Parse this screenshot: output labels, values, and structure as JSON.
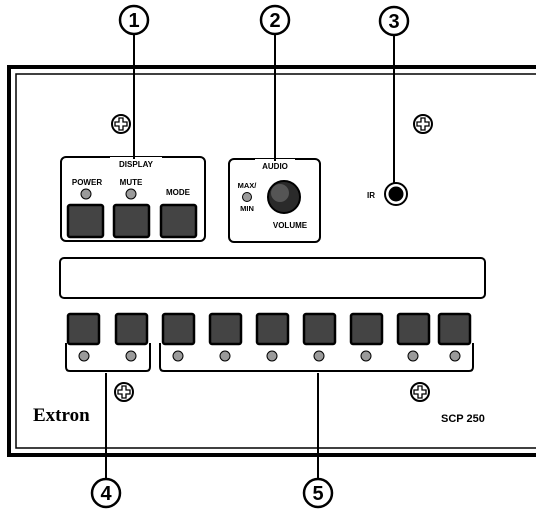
{
  "callouts": {
    "c1": "1",
    "c2": "2",
    "c3": "3",
    "c4": "4",
    "c5": "5"
  },
  "display_group": {
    "title": "DISPLAY",
    "power_label": "POWER",
    "mute_label": "MUTE",
    "mode_label": "MODE"
  },
  "audio_group": {
    "title": "AUDIO",
    "maxmin_line1": "MAX/",
    "maxmin_line2": "MIN",
    "volume_label": "VOLUME"
  },
  "ir_label": "IR",
  "brand": "Extron",
  "model": "SCP 250",
  "colors": {
    "button_fill": "#444444",
    "led_fill": "#9a9a9a",
    "line": "#000000"
  }
}
